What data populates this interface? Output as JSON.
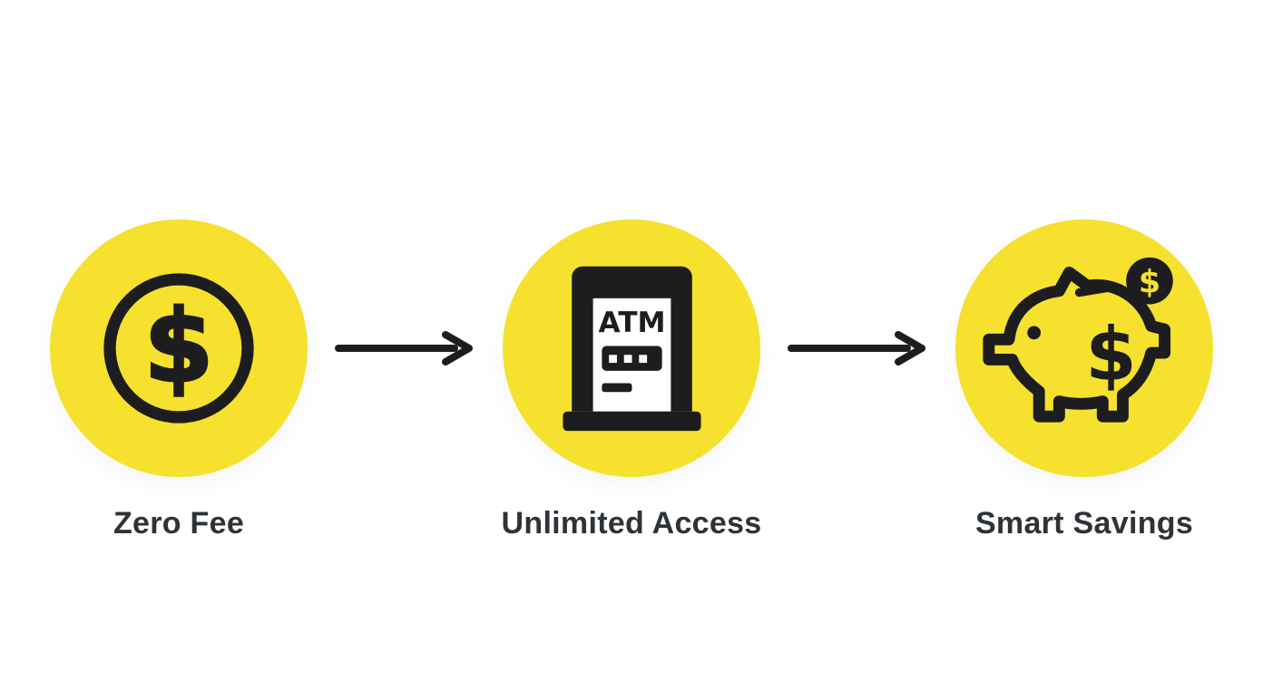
{
  "colors": {
    "yellow": "#F5E12E",
    "ink": "#1D1D1F",
    "label-ink": "#2E3338",
    "bg": "#FFFFFF"
  },
  "diagram": {
    "type": "process-flow",
    "direction": "left-to-right",
    "steps": [
      {
        "id": "zero-fee",
        "label": "Zero Fee",
        "icon": "dollar-coin-icon",
        "glyph": "$"
      },
      {
        "id": "unlimited-access",
        "label": "Unlimited Access",
        "icon": "atm-icon",
        "icon_text": "ATM"
      },
      {
        "id": "smart-savings",
        "label": "Smart Savings",
        "icon": "piggy-bank-icon",
        "glyph": "$",
        "coin_glyph": "$"
      }
    ],
    "connectors": [
      {
        "from": "zero-fee",
        "to": "unlimited-access",
        "style": "arrow-right"
      },
      {
        "from": "unlimited-access",
        "to": "smart-savings",
        "style": "arrow-right"
      }
    ]
  }
}
